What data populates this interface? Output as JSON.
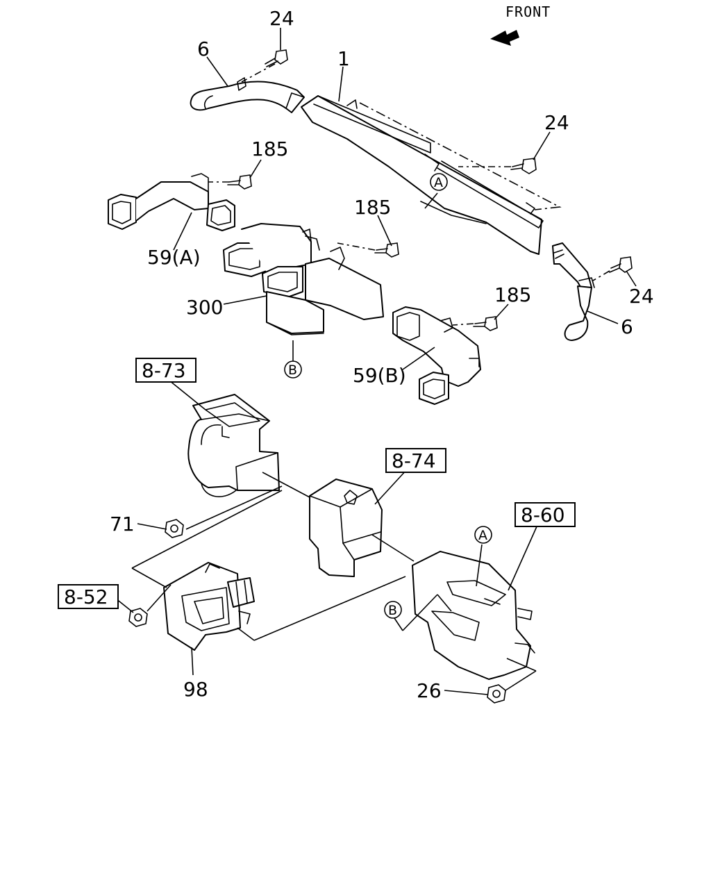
{
  "front_label": "FRONT",
  "callouts": {
    "c24_top": "24",
    "c6_left": "6",
    "c1": "1",
    "c24_mid": "24",
    "c185_a": "185",
    "c59a": "59(A)",
    "c185_b": "185",
    "c300": "300",
    "c24_right": "24",
    "c6_right": "6",
    "c185_c": "185",
    "c59b": "59(B)",
    "c71": "71",
    "c98": "98",
    "c26": "26"
  },
  "refs": {
    "r873": "8-73",
    "r874": "8-74",
    "r860": "8-60",
    "r852": "8-52"
  },
  "markers": {
    "a_upper": "A",
    "b_upper": "B",
    "a_lower": "A",
    "b_lower": "B"
  }
}
